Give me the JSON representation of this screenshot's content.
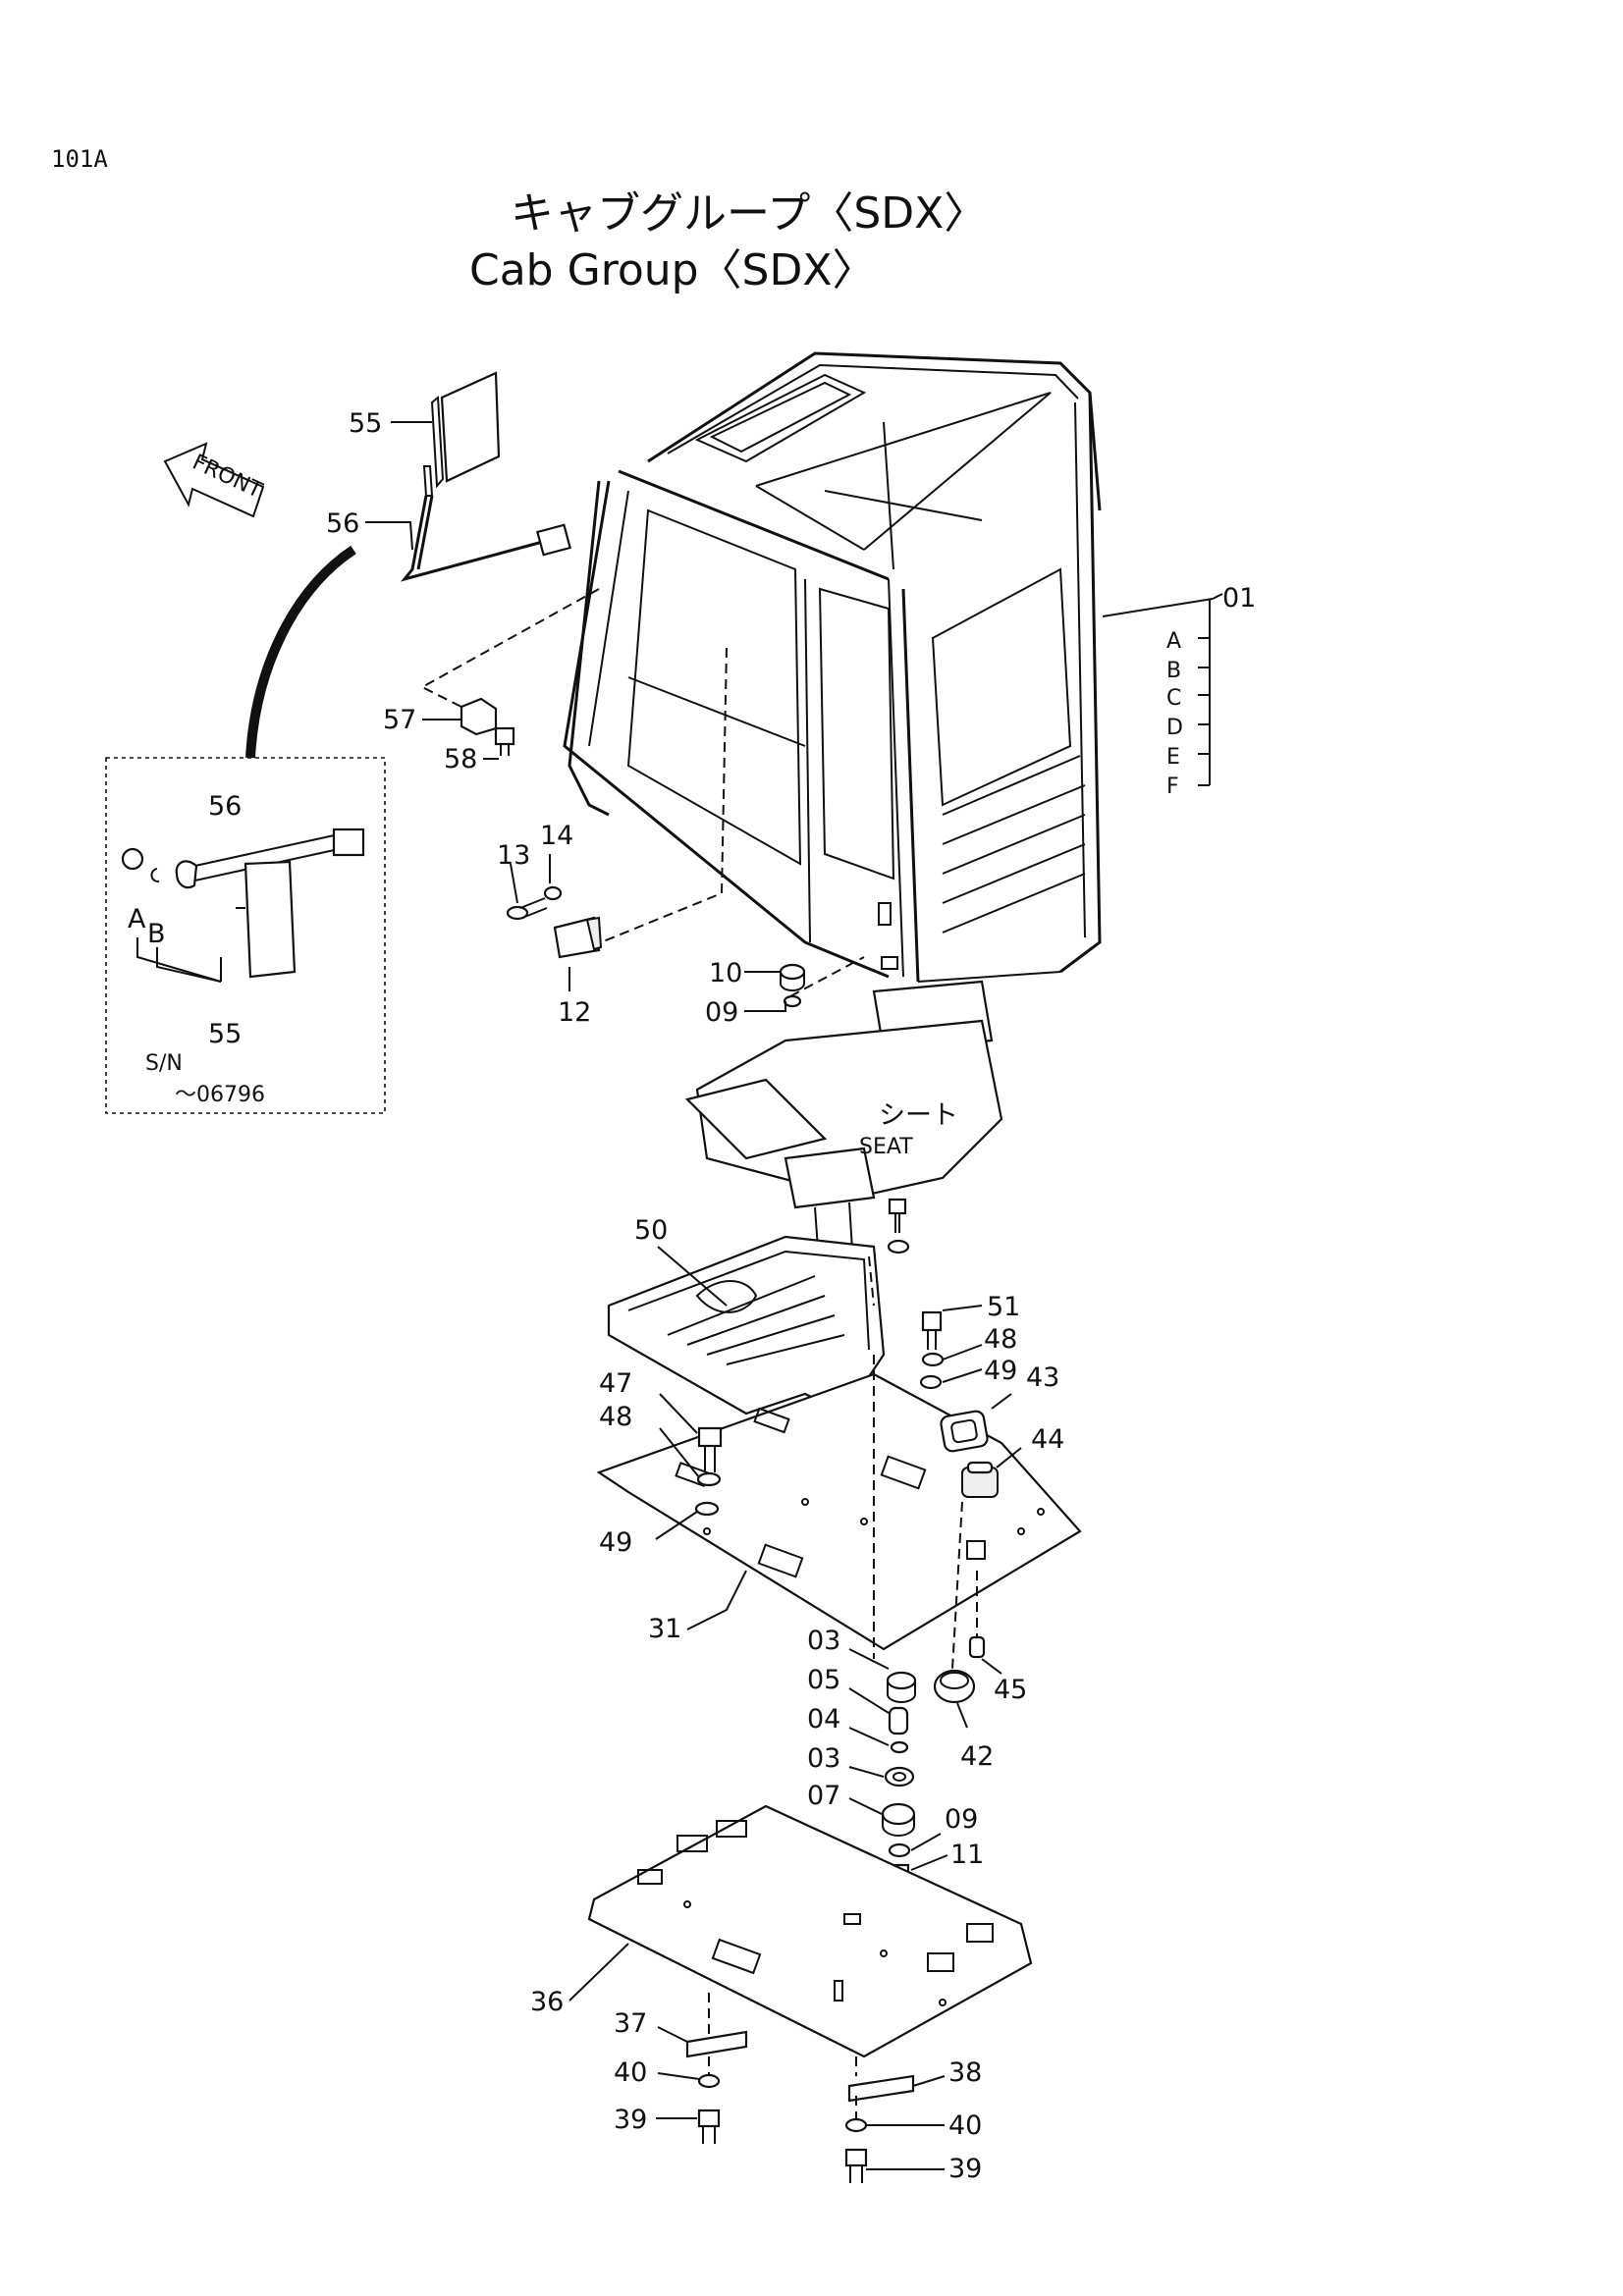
{
  "page_id": "101A",
  "title_jp": "キャブグループ〈SDX〉",
  "title_en": "Cab Group〈SDX〉",
  "front_label": "FRONT",
  "seat_jp": "シート",
  "seat_en": "SEAT",
  "inset": {
    "sn_label": "S/N",
    "sn_range": "～06796",
    "label_a": "A",
    "label_b": "B"
  },
  "cab_variants": [
    "A",
    "B",
    "C",
    "D",
    "E",
    "F"
  ],
  "parts": {
    "p01": "01",
    "p03a": "03",
    "p03b": "03",
    "p04": "04",
    "p05": "05",
    "p07": "07",
    "p09a": "09",
    "p09b": "09",
    "p10": "10",
    "p11": "11",
    "p12": "12",
    "p13": "13",
    "p14": "14",
    "p31": "31",
    "p36": "36",
    "p37": "37",
    "p38": "38",
    "p39a": "39",
    "p39b": "39",
    "p40a": "40",
    "p40b": "40",
    "p42": "42",
    "p43": "43",
    "p44": "44",
    "p45": "45",
    "p47": "47",
    "p48a": "48",
    "p48b": "48",
    "p49a": "49",
    "p49b": "49",
    "p50": "50",
    "p51": "51",
    "p55a": "55",
    "p55b": "55",
    "p56a": "56",
    "p56b": "56",
    "p57": "57",
    "p58": "58"
  }
}
